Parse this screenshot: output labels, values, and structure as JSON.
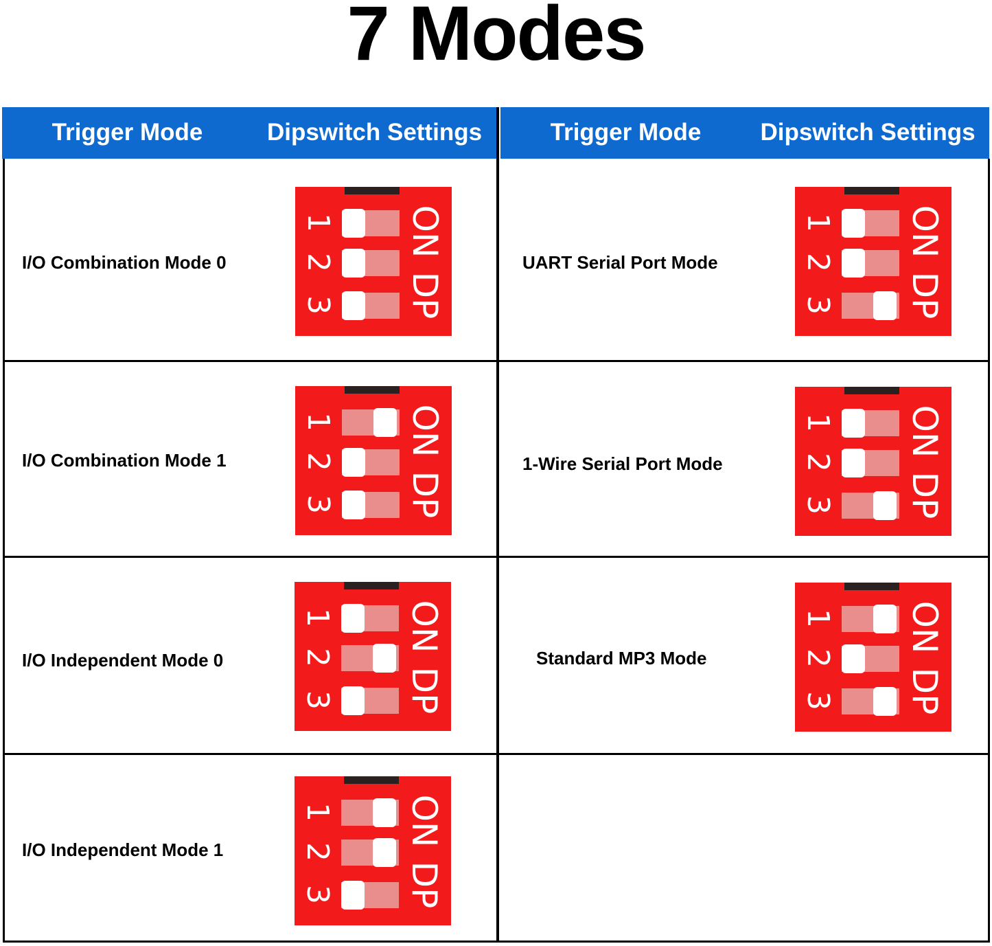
{
  "title": "7 Modes",
  "header": {
    "trigger_mode": "Trigger Mode",
    "dipswitch_settings": "Dipswitch Settings"
  },
  "switch_labels": {
    "on": "ON",
    "dp": "DP",
    "n1": "1",
    "n2": "2",
    "n3": "3"
  },
  "colors": {
    "header_blue": "#0f6ad0",
    "switch_red": "#f21a1a"
  },
  "modes": [
    {
      "label": "I/O Combination Mode 0",
      "switches": [
        false,
        false,
        false
      ]
    },
    {
      "label": "I/O Combination Mode 1",
      "switches": [
        true,
        false,
        false
      ]
    },
    {
      "label": "I/O Independent Mode 0",
      "switches": [
        false,
        true,
        false
      ]
    },
    {
      "label": "I/O Independent Mode 1",
      "switches": [
        true,
        true,
        false
      ]
    },
    {
      "label": "UART Serial Port Mode",
      "switches": [
        false,
        false,
        true
      ]
    },
    {
      "label": "1-Wire Serial Port Mode",
      "switches": [
        false,
        false,
        true
      ]
    },
    {
      "label": "Standard MP3 Mode",
      "switches": [
        true,
        false,
        true
      ]
    }
  ]
}
